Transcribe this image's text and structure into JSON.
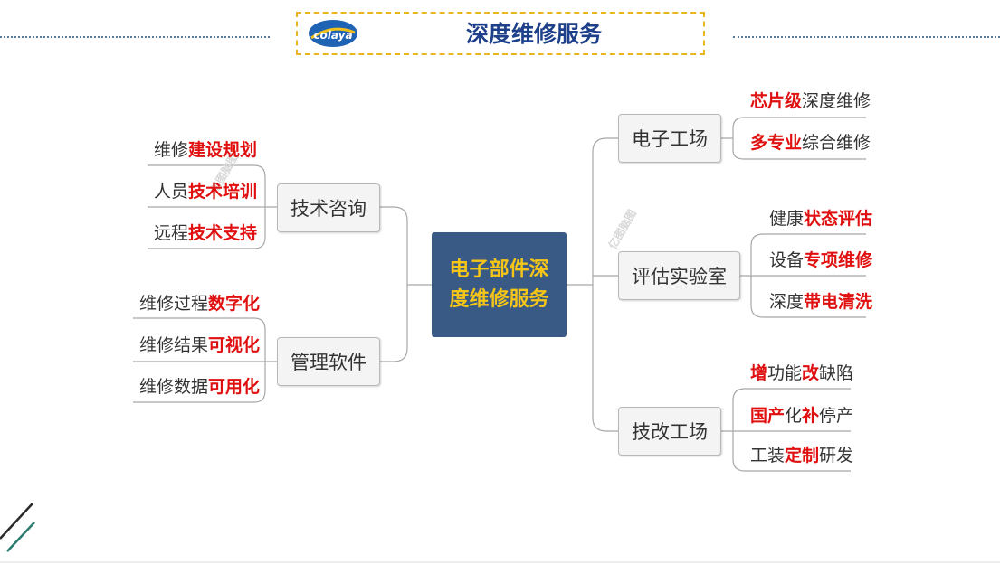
{
  "header": {
    "logo_text": "colaya",
    "title": "深度维修服务"
  },
  "root": {
    "line1": "电子部件深",
    "line2": "度维修服务"
  },
  "branches": {
    "left_top": {
      "label": "技术咨询",
      "leaves": [
        {
          "prefix": "维修",
          "highlight": "建设规划",
          "suffix": ""
        },
        {
          "prefix": "人员",
          "highlight": "技术培训",
          "suffix": ""
        },
        {
          "prefix": "远程",
          "highlight": "技术支持",
          "suffix": ""
        }
      ]
    },
    "left_bottom": {
      "label": "管理软件",
      "leaves": [
        {
          "prefix": "维修过程",
          "highlight": "数字化",
          "suffix": ""
        },
        {
          "prefix": "维修结果",
          "highlight": "可视化",
          "suffix": ""
        },
        {
          "prefix": "维修数据",
          "highlight": "可用化",
          "suffix": ""
        }
      ]
    },
    "right_top": {
      "label": "电子工场",
      "leaves": [
        {
          "prefix": "",
          "highlight": "芯片级",
          "suffix": "深度维修"
        },
        {
          "prefix": "",
          "highlight": "多专业",
          "suffix": "综合维修"
        }
      ]
    },
    "right_mid": {
      "label": "评估实验室",
      "leaves": [
        {
          "prefix": "健康",
          "highlight": "状态评估",
          "suffix": ""
        },
        {
          "prefix": "设备",
          "highlight": "专项维修",
          "suffix": ""
        },
        {
          "prefix": "深度",
          "highlight": "带电清洗",
          "suffix": ""
        }
      ]
    },
    "right_bottom": {
      "label": "技改工场",
      "leaves": [
        {
          "parts": [
            {
              "t": "增",
              "h": true
            },
            {
              "t": "功能",
              "h": false
            },
            {
              "t": "改",
              "h": true
            },
            {
              "t": "缺陷",
              "h": false
            }
          ]
        },
        {
          "parts": [
            {
              "t": "国产",
              "h": true
            },
            {
              "t": "化",
              "h": false
            },
            {
              "t": "补",
              "h": true
            },
            {
              "t": "停产",
              "h": false
            }
          ]
        },
        {
          "parts": [
            {
              "t": "工装",
              "h": false
            },
            {
              "t": "定制",
              "h": true
            },
            {
              "t": "研发",
              "h": false
            }
          ]
        }
      ]
    }
  },
  "watermark": {
    "line1": "亿图脑图",
    "line2": "MindMaster"
  },
  "colors": {
    "title": "#1e3f8a",
    "root_bg": "#3a5a86",
    "root_text": "#f5c518",
    "highlight": "#e01010",
    "header_border": "#e8b61e"
  }
}
